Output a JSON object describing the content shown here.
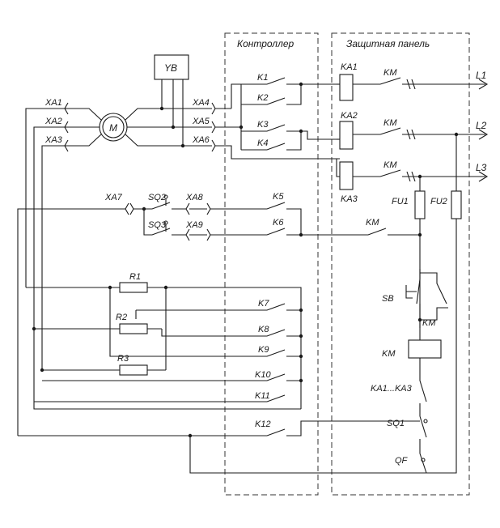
{
  "headers": {
    "controller": "Контроллер",
    "panel": "Защитная панель"
  },
  "labels": {
    "yb": "YB",
    "m": "M",
    "xa1": "XA1",
    "xa2": "XA2",
    "xa3": "XA3",
    "xa4": "XA4",
    "xa5": "XA5",
    "xa6": "XA6",
    "xa7": "XA7",
    "xa8": "XA8",
    "xa9": "XA9",
    "sq2": "SQ2",
    "sq3": "SQ3",
    "k1": "K1",
    "k2": "K2",
    "k3": "K3",
    "k4": "K4",
    "k5": "K5",
    "k6": "K6",
    "k7": "K7",
    "k8": "K8",
    "k9": "K9",
    "k10": "K10",
    "k11": "K11",
    "k12": "K12",
    "ka1": "KA1",
    "ka2": "KA2",
    "ka3": "KA3",
    "km_l1": "KM",
    "km_l2": "KM",
    "km_l3": "KM",
    "km_k6": "KM",
    "km_sb": "KM",
    "km_coil": "KM",
    "l1": "L1",
    "l2": "L2",
    "l3": "L3",
    "fu1": "FU1",
    "fu2": "FU2",
    "r1": "R1",
    "r2": "R2",
    "r3": "R3",
    "sb": "SB",
    "ka1_ka3": "KA1...KA3",
    "sq1": "SQ1",
    "qf": "QF"
  }
}
